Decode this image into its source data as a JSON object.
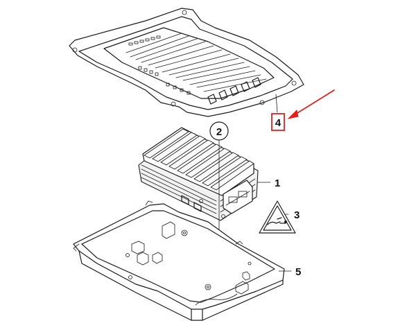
{
  "accent_color": "#e0201b",
  "ink_color": "#1a1a1a",
  "callouts": [
    {
      "id": "amplifier",
      "label": "1"
    },
    {
      "id": "bolt",
      "label": "2"
    },
    {
      "id": "warning-label",
      "label": "3"
    },
    {
      "id": "cover",
      "label": "4",
      "highlighted": true
    },
    {
      "id": "tray",
      "label": "5"
    }
  ],
  "icons": {
    "warning": "warning-triangle-icon",
    "arrow": "red-arrow-icon"
  }
}
